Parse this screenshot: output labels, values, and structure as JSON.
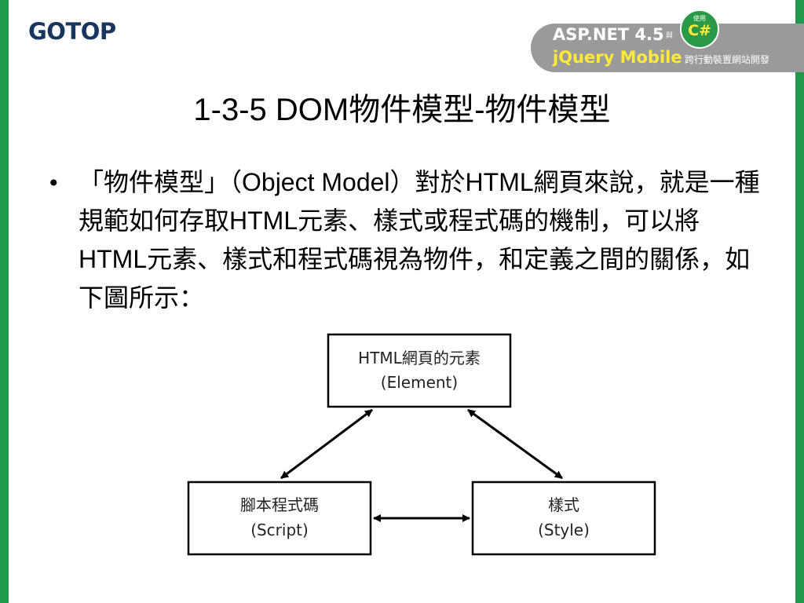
{
  "brand": {
    "logo": "GOTOP"
  },
  "banner": {
    "line1": "ASP.NET 4.5",
    "yu": "與",
    "badge_top": "使用",
    "badge_main": "C#",
    "line2": "jQuery Mobile",
    "subtitle": "跨行動裝置網站開發",
    "colors": {
      "pill": "#9a9a9a",
      "badge": "#2a9a48",
      "accent": "#ffea3a"
    }
  },
  "slide": {
    "title": "1-3-5 DOM物件模型-物件模型",
    "bullet": "「物件模型」（Object Model）對於HTML網頁來說，就是一種規範如何存取HTML元素、樣式或程式碼的機制，可以將HTML元素、樣式和程式碼視為物件，和定義之間的關係，如下圖所示："
  },
  "diagram": {
    "nodes": {
      "element": {
        "line1": "HTML網頁的元素",
        "line2": "(Element)"
      },
      "script": {
        "line1": "腳本程式碼",
        "line2": "(Script)"
      },
      "style": {
        "line1": "樣式",
        "line2": "(Style)"
      }
    },
    "edges": [
      {
        "from": "element",
        "to": "script",
        "bidirectional": true
      },
      {
        "from": "element",
        "to": "style",
        "bidirectional": true
      },
      {
        "from": "script",
        "to": "style",
        "bidirectional": true
      }
    ]
  },
  "theme": {
    "side_bar": "#1f9a4a",
    "logo_color": "#17355f"
  }
}
